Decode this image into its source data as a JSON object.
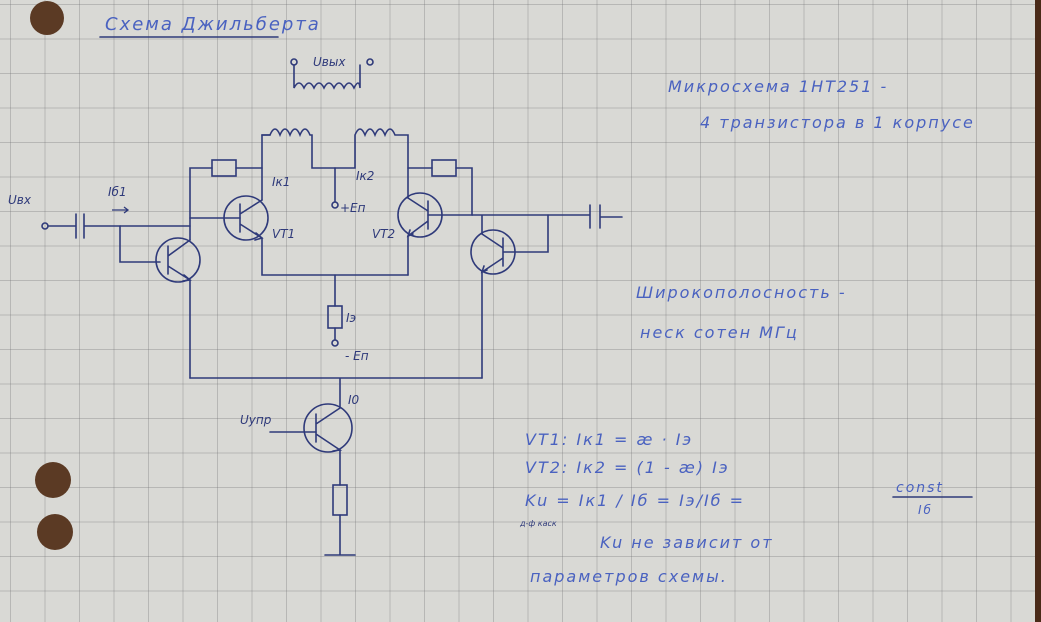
{
  "title": "Схема Джильберта",
  "circuit_labels": {
    "u_in": "Uвх",
    "i_b1": "Iб1",
    "i_k1": "Iк1",
    "i_k2": "Iк2",
    "vt1": "VT1",
    "vt2": "VT2",
    "plus_en": "+Eп",
    "u_out": "Uвых",
    "i_e": "Iэ",
    "minus_en": "- Eп",
    "i_0": "I0",
    "u_ctrl": "Uупр"
  },
  "notes": {
    "chip_line1": "Микросхема 1НТ251 -",
    "chip_line2": "4 транзистора в 1 корпусе",
    "bandwidth_line1": "Широкополосность -",
    "bandwidth_line2": "неск сотен МГц"
  },
  "formulas": {
    "vt1": "VT1: Iк1 = æ · Iэ",
    "vt2": "VT2: Iк2 = (1 - æ) Iэ",
    "ku_main": "Ku = Iк1 / Iб = Iэ/Iб =",
    "ku_numerator": "const",
    "ku_denominator": "Iб",
    "ku_sub": "д-ф каск",
    "conclusion_line1": "Ku не зависит от",
    "conclusion_line2": "параметров схемы."
  }
}
